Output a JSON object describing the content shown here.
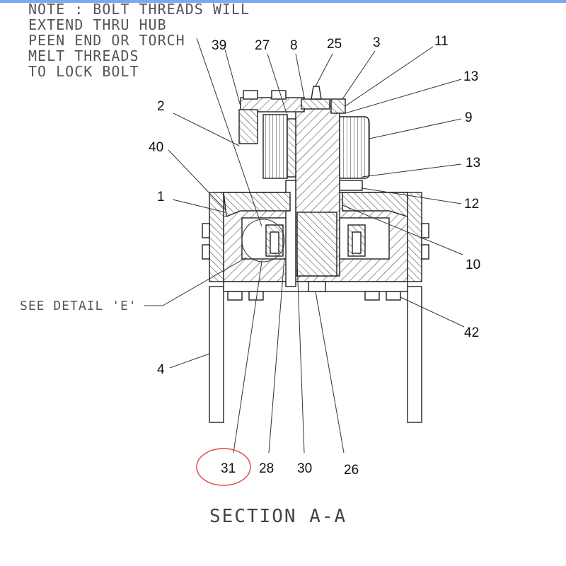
{
  "note": {
    "lines": [
      "NOTE : BOLT THREADS WILL",
      "EXTEND THRU HUB",
      "PEEN END OR TORCH",
      "MELT THREADS",
      "TO LOCK BOLT"
    ]
  },
  "callouts": {
    "c39": "39",
    "c27": "27",
    "c8": "8",
    "c25": "25",
    "c3": "3",
    "c11": "11",
    "c13a": "13",
    "c9": "9",
    "c2": "2",
    "c13b": "13",
    "c40": "40",
    "c12": "12",
    "c1": "1",
    "c10": "10",
    "c42": "42",
    "c4": "4",
    "c31": "31",
    "c28": "28",
    "c30": "30",
    "c26": "26"
  },
  "see_detail": "SEE DETAIL 'E'",
  "section_label": "SECTION A-A",
  "colors": {
    "highlight_circle": "#e05050",
    "line": "#222222",
    "text_gray": "#555555"
  }
}
